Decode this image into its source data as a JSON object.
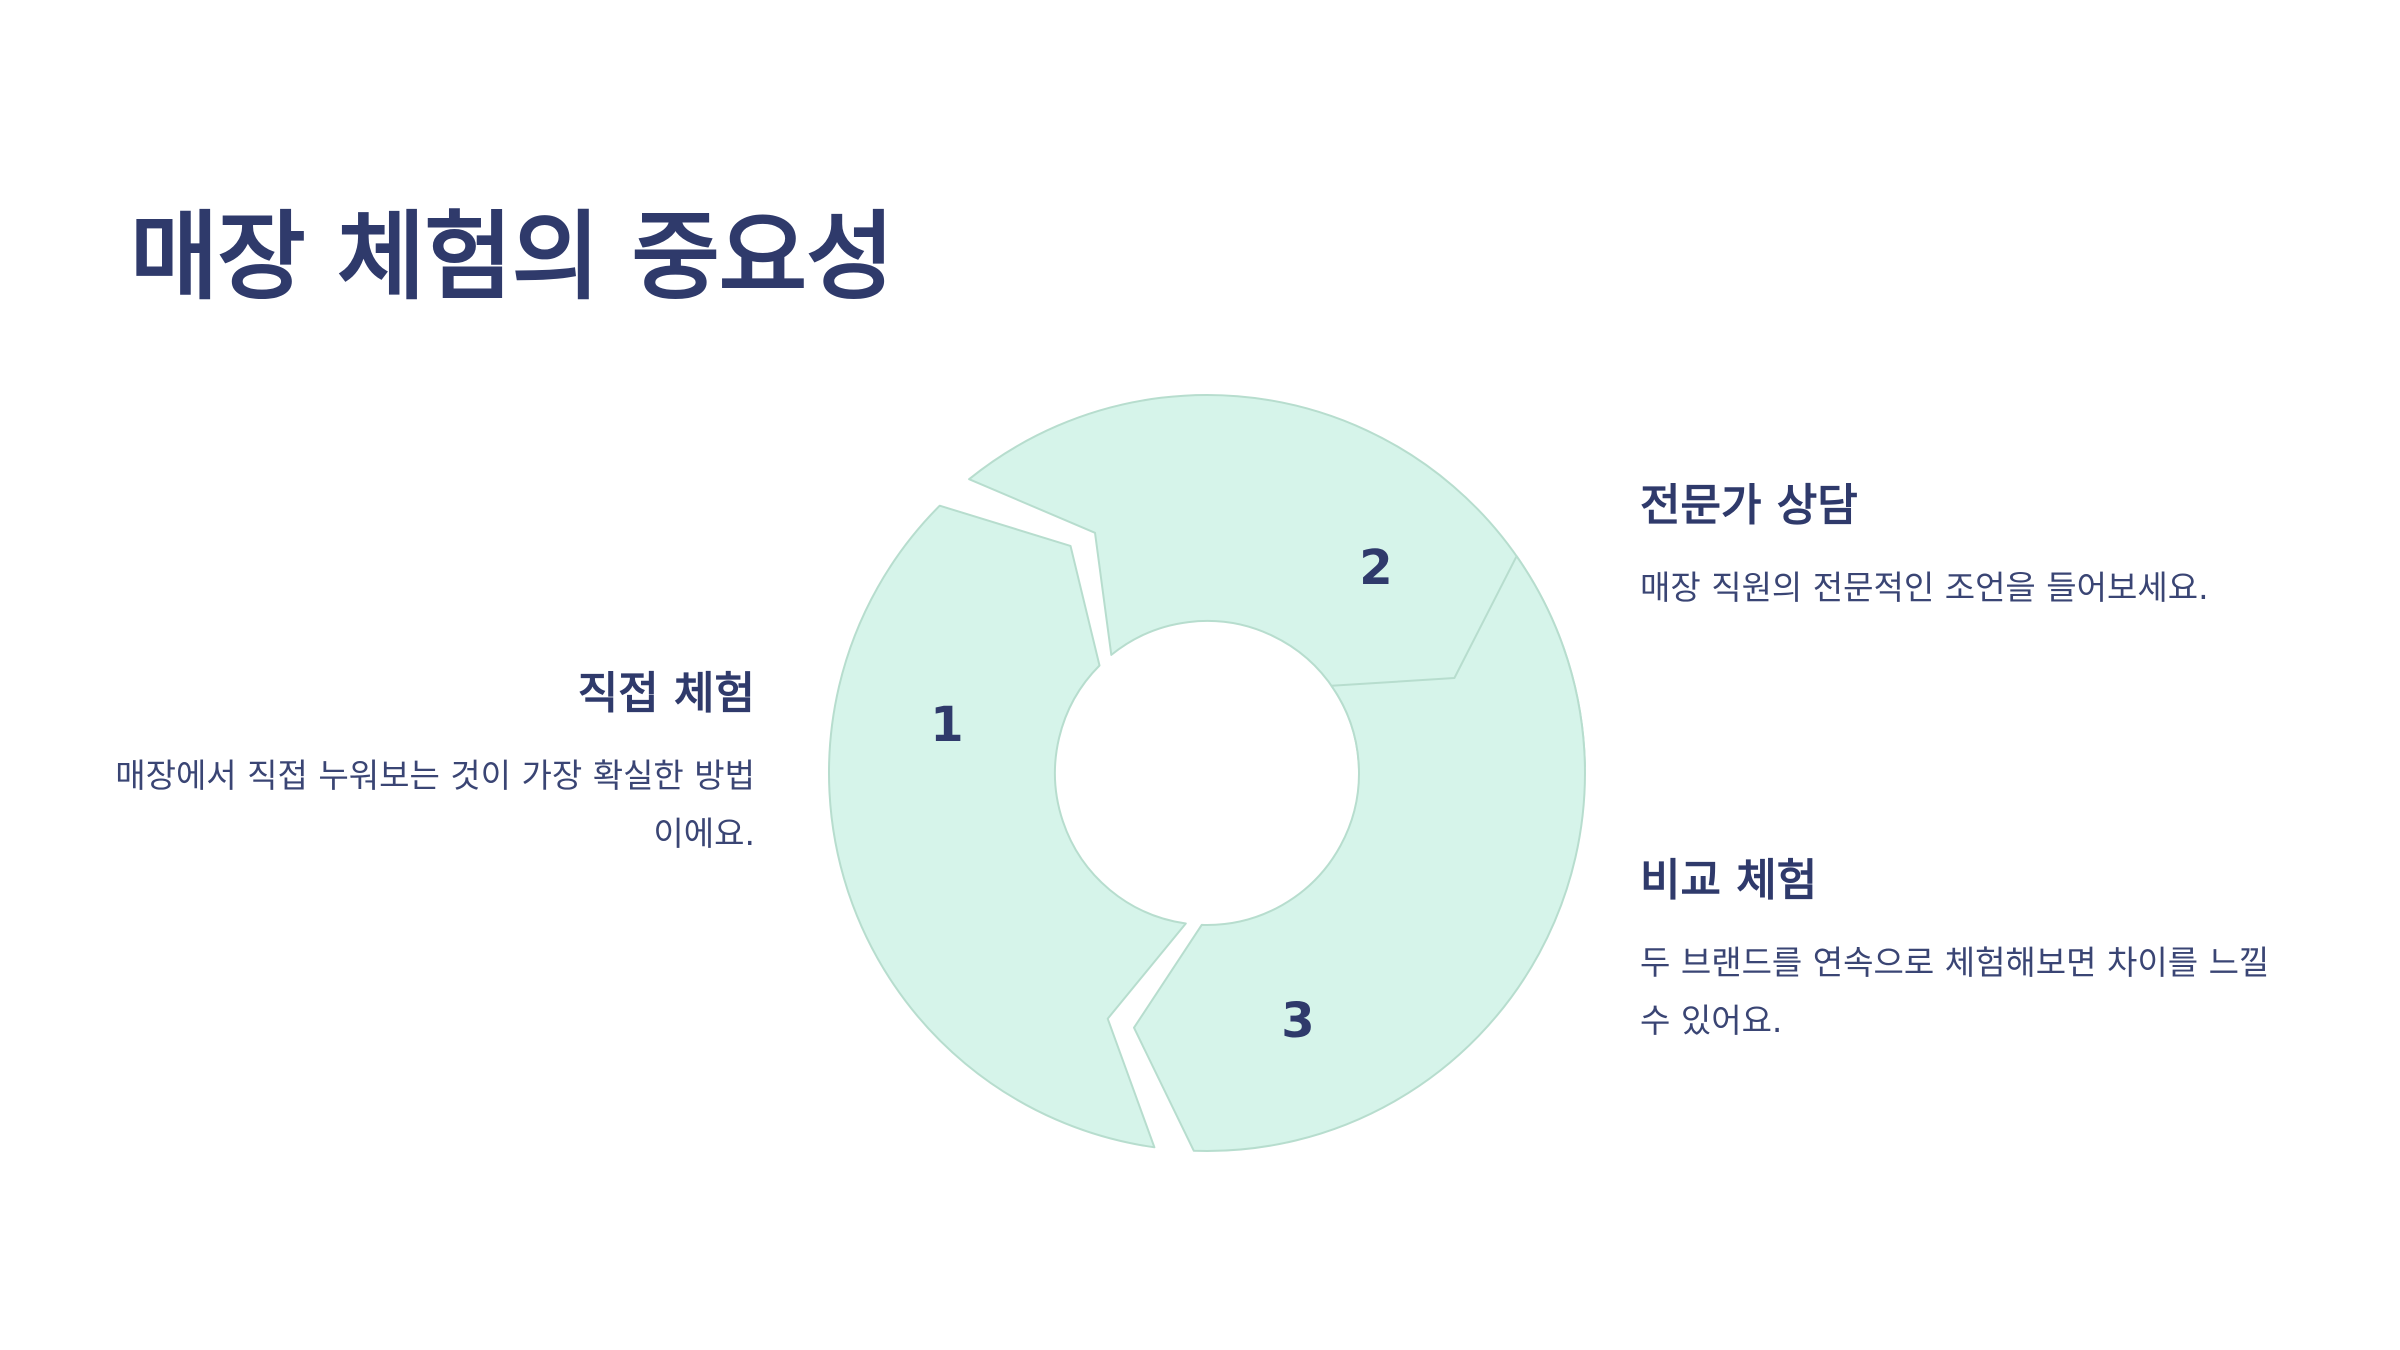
{
  "slide": {
    "title": "매장 체험의 중요성"
  },
  "colors": {
    "title": "#2f3a6b",
    "segment_fill": "#d6f4ea",
    "segment_stroke": "#b7ddce",
    "number": "#2f3a6b"
  },
  "cycle": {
    "steps": [
      {
        "number": "1",
        "heading": "직접 체험",
        "text": "매장에서 직접 누워보는 것이 가장 확실한 방법이에요."
      },
      {
        "number": "2",
        "heading": "전문가 상담",
        "text": "매장 직원의 전문적인 조언을 들어보세요."
      },
      {
        "number": "3",
        "heading": "비교 체험",
        "text": "두 브랜드를 연속으로 체험해보면 차이를 느낄 수 있어요."
      }
    ]
  }
}
